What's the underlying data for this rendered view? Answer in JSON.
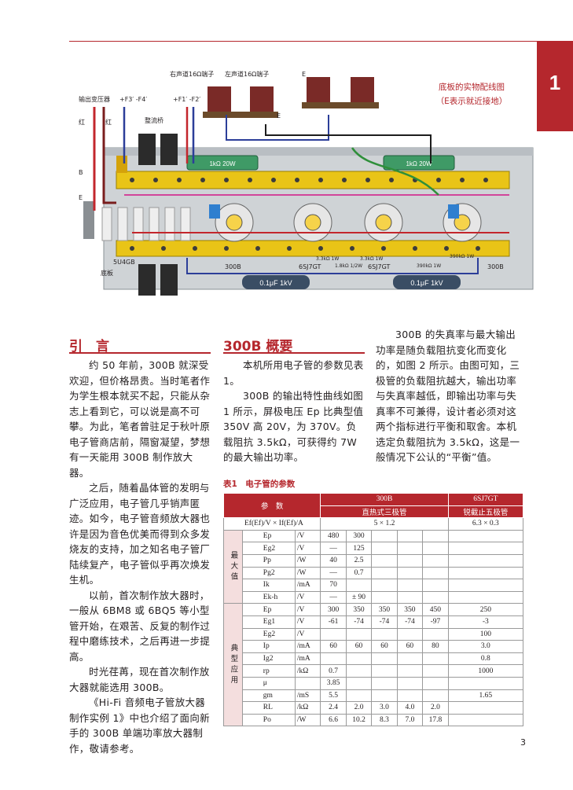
{
  "page_tab": "1",
  "page_number": "3",
  "photo": {
    "caption_line1": "底板的实物配线图",
    "caption_line2": "（E表示就近接地）",
    "labels": {
      "output_tx": "输出变压器",
      "f3f4": "+F3′ -F4′",
      "f1f2": "+F1′ -F2′",
      "rect": "整流桥",
      "red1": "红",
      "red2": "红",
      "right16": "右声道16Ω端子",
      "left16": "左声道16Ω端子",
      "e_top": "E",
      "e_mid": "E",
      "b": "B",
      "e_left": "E",
      "u4gb": "5U4GB",
      "chassis": "底板",
      "t300b_l": "300B",
      "t6sj7_l": "6SJ7GT",
      "t6sj7_r": "6SJ7GT",
      "t300b_r": "300B",
      "cap_l": "0.1μF 1kV",
      "cap_r": "0.1μF 1kV",
      "res_l": "1kΩ 20W",
      "res_r": "1kΩ 20W",
      "r1": "3.3kΩ 1W",
      "r2": "3.3kΩ 1W",
      "r3": "1.8kΩ 1/2W",
      "r4": "390kΩ 1W",
      "r5": "390kΩ 1W"
    }
  },
  "sections": {
    "intro_title": "引　言",
    "intro_paragraphs": [
      "约 50 年前，300B 就深受欢迎，但价格昂贵。当时笔者作为学生根本就买不起，只能从杂志上看到它，可以说是高不可攀。为此，笔者曾驻足于秋叶原电子管商店前，隔窗凝望，梦想有一天能用 300B 制作放大器。",
      "之后，随着晶体管的发明与广泛应用，电子管几乎销声匿迹。如今，电子管音频放大器也许是因为音色优美而得到众多发烧友的支持，加之知名电子管厂陆续复产，电子管似乎再次焕发生机。",
      "以前，首次制作放大器时，一般从 6BM8 或 6BQ5 等小型管开始，在艰苦、反复的制作过程中磨练技术，之后再进一步提高。",
      "时光荏苒，现在首次制作放大器就能选用 300B。",
      "《Hi-Fi 音频电子管放大器制作实例 1》中也介绍了面向新手的 300B 单端功率放大器制作，敬请参考。"
    ],
    "overview_title": "300B 概要",
    "overview_paragraphs": [
      "本机所用电子管的参数见表 1。",
      "300B 的输出特性曲线如图 1 所示，屏极电压 Ep 比典型值 350V 高 20V，为 370V。负载阻抗 3.5kΩ，可获得约 7W 的最大输出功率。"
    ],
    "right_paragraphs": [
      "300B 的失真率与最大输出功率是随负载阻抗变化而变化的，如图 2 所示。由图可知，三极管的负载阻抗越大，输出功率与失真率越低，即输出功率与失真率不可兼得，设计者必须对这两个指标进行平衡和取舍。本机选定负载阻抗为 3.5kΩ，这是一般情况下公认的“平衡”值。"
    ]
  },
  "table": {
    "caption": "表1　电子管的参数",
    "header": {
      "param": "参　数",
      "tube1": "300B",
      "tube1_type": "直热式三极管",
      "tube2": "6SJ7GT",
      "tube2_type": "锐截止五极管"
    },
    "heater_row": {
      "label": "Ef(Ef)/V × If(Ef)/A",
      "v1": "5 × 1.2",
      "v2": "6.3 × 0.3"
    },
    "max_section": "最大值",
    "max_rows": [
      {
        "sym": "Ep",
        "unit": "/V",
        "c1": "480",
        "c2": "300",
        "c3": "",
        "c4": "",
        "c5": "",
        "t2": ""
      },
      {
        "sym": "Eg2",
        "unit": "/V",
        "c1": "—",
        "c2": "125",
        "c3": "",
        "c4": "",
        "c5": "",
        "t2": ""
      },
      {
        "sym": "Pp",
        "unit": "/W",
        "c1": "40",
        "c2": "2.5",
        "c3": "",
        "c4": "",
        "c5": "",
        "t2": ""
      },
      {
        "sym": "Pg2",
        "unit": "/W",
        "c1": "—",
        "c2": "0.7",
        "c3": "",
        "c4": "",
        "c5": "",
        "t2": ""
      },
      {
        "sym": "Ik",
        "unit": "/mA",
        "c1": "70",
        "c2": "",
        "c3": "",
        "c4": "",
        "c5": "",
        "t2": ""
      },
      {
        "sym": "Ek-h",
        "unit": "/V",
        "c1": "—",
        "c2": "± 90",
        "c3": "",
        "c4": "",
        "c5": "",
        "t2": ""
      }
    ],
    "typ_section": "典型应用",
    "typ_rows": [
      {
        "sym": "Ep",
        "unit": "/V",
        "c1": "300",
        "c2": "350",
        "c3": "350",
        "c4": "350",
        "c5": "450",
        "t2": "250"
      },
      {
        "sym": "Eg1",
        "unit": "/V",
        "c1": "-61",
        "c2": "-74",
        "c3": "-74",
        "c4": "-74",
        "c5": "-97",
        "t2": "-3"
      },
      {
        "sym": "Eg2",
        "unit": "/V",
        "c1": "",
        "c2": "",
        "c3": "",
        "c4": "",
        "c5": "",
        "t2": "100"
      },
      {
        "sym": "Ip",
        "unit": "/mA",
        "c1": "60",
        "c2": "60",
        "c3": "60",
        "c4": "60",
        "c5": "80",
        "t2": "3.0"
      },
      {
        "sym": "Ig2",
        "unit": "/mA",
        "c1": "",
        "c2": "",
        "c3": "",
        "c4": "",
        "c5": "",
        "t2": "0.8"
      },
      {
        "sym": "rp",
        "unit": "/kΩ",
        "c1": "0.7",
        "c2": "",
        "c3": "",
        "c4": "",
        "c5": "",
        "t2": "1000"
      },
      {
        "sym": "μ",
        "unit": "",
        "c1": "3.85",
        "c2": "",
        "c3": "",
        "c4": "",
        "c5": "",
        "t2": ""
      },
      {
        "sym": "gm",
        "unit": "/mS",
        "c1": "5.5",
        "c2": "",
        "c3": "",
        "c4": "",
        "c5": "",
        "t2": "1.65"
      },
      {
        "sym": "RL",
        "unit": "/kΩ",
        "c1": "2.4",
        "c2": "2.0",
        "c3": "3.0",
        "c4": "4.0",
        "c5": "2.0",
        "t2": ""
      },
      {
        "sym": "Po",
        "unit": "/W",
        "c1": "6.6",
        "c2": "10.2",
        "c3": "8.3",
        "c4": "7.0",
        "c5": "17.8",
        "t2": ""
      }
    ]
  }
}
